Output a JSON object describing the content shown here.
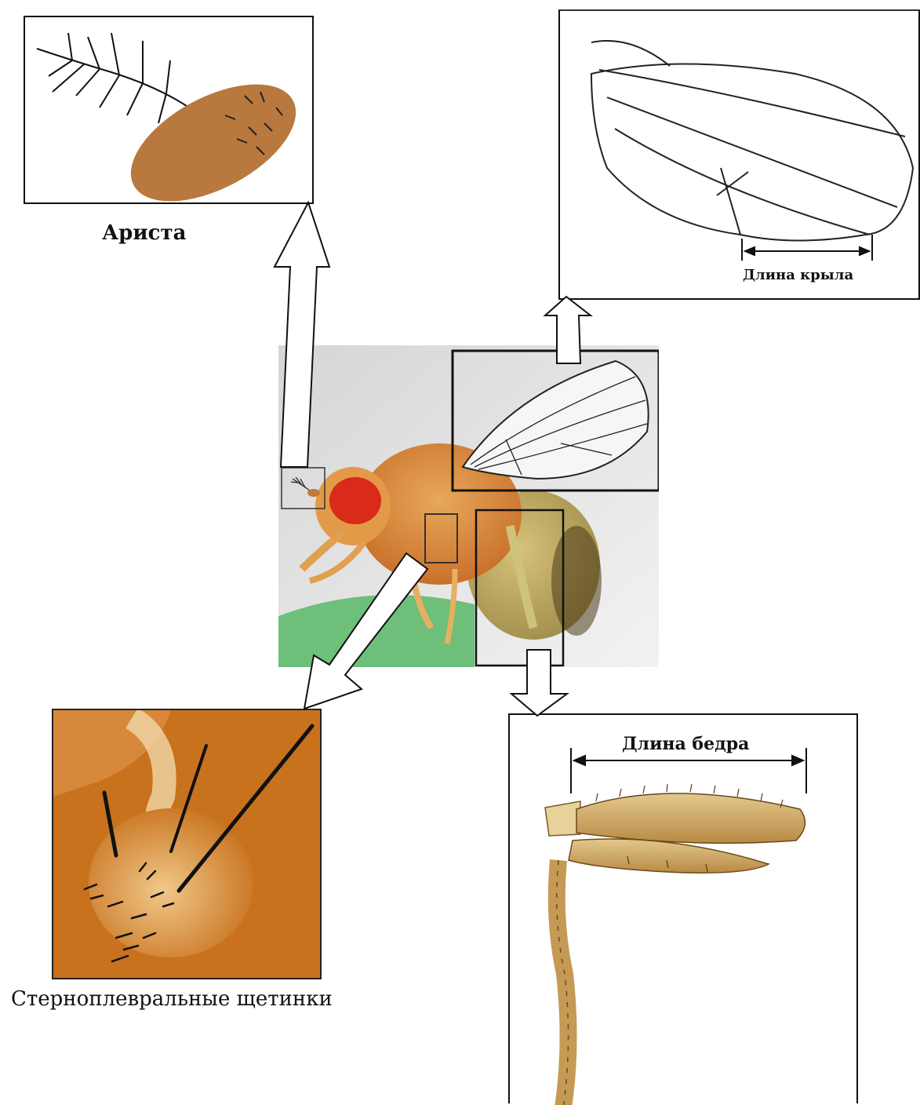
{
  "captions": {
    "arista": "Ариста",
    "wing_length": "Длина крыла",
    "sternopleural_bristles": "Стерноплевральные щетинки",
    "femur_length": "Длина бедра"
  },
  "colors": {
    "frame": "#111111",
    "arrow_fill": "#ffffff",
    "fly_body": "#d98c3a",
    "fly_eye": "#d92a1a",
    "antenna": "#b97a3c",
    "bristle_background": "#c8721e",
    "leg_segment": "#d4b070",
    "leaf": "#6dbf7a",
    "photo_background": "#e4e4e4"
  }
}
